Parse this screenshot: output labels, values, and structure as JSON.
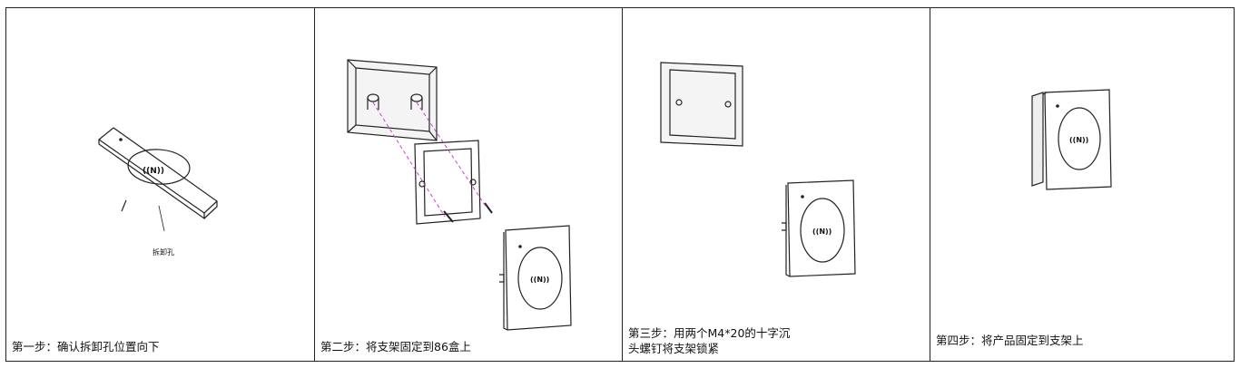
{
  "steps": [
    {
      "caption": "第一步：确认拆卸孔位置向下",
      "callout": "拆卸孔"
    },
    {
      "caption": "第二步：将支架固定到86盒上"
    },
    {
      "caption": "第三步：用两个M4*20的十字沉\n头螺钉将支架锁紧"
    },
    {
      "caption": "第四步：将产品固定到支架上"
    }
  ],
  "nfc_label": "((N))"
}
